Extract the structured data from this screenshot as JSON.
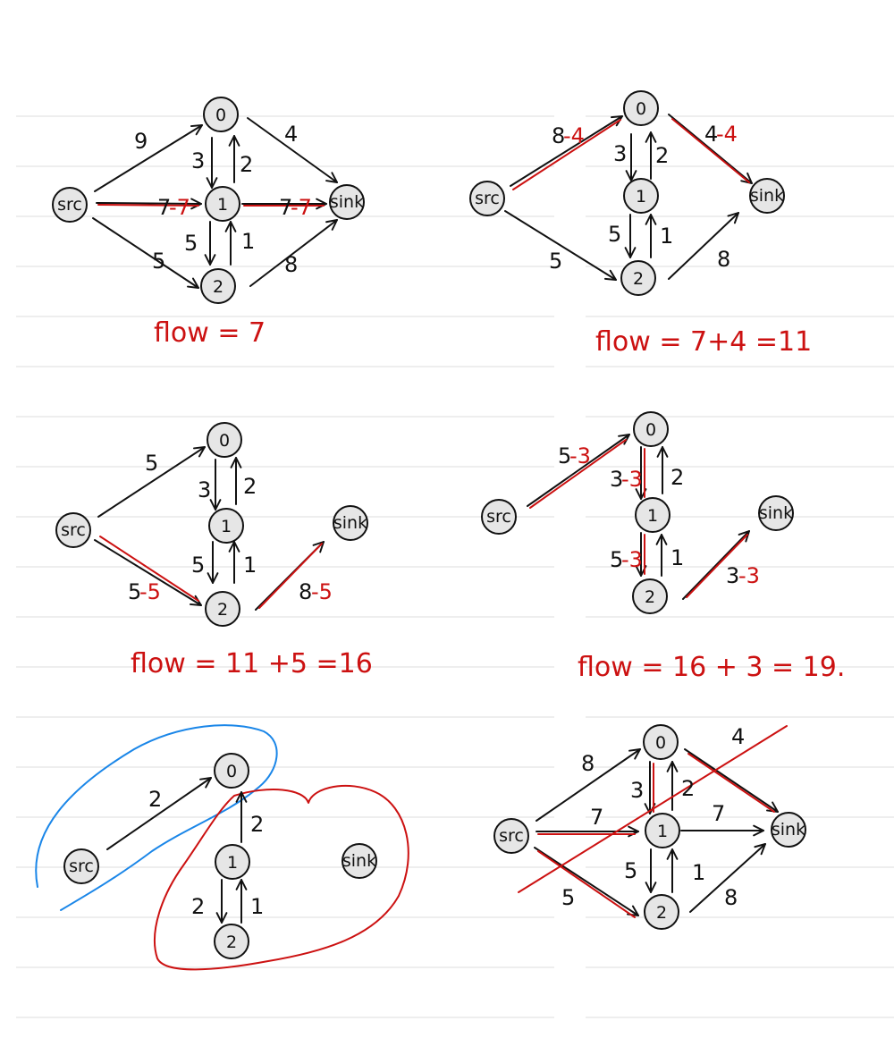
{
  "colors": {
    "ink": "#111111",
    "annotation": "#cc1111",
    "partition": "#1a86e8",
    "node_fill": "#e6e6e6",
    "ruled_line": "#dcdcdc"
  },
  "node_labels": {
    "src": "src",
    "n0": "0",
    "n1": "1",
    "n2": "2",
    "sink": "sink"
  },
  "panels": {
    "p1": {
      "w_src_0": "9",
      "w_0_sink": "4",
      "w_0_1": "3",
      "w_1_0": "2",
      "w_src_1_a": "7",
      "w_src_1_b": "-7",
      "w_1_sink_a": "7",
      "w_1_sink_b": "-7",
      "w_src_2": "5",
      "w_1_2": "5",
      "w_2_1": "1",
      "w_2_sink": "8",
      "flow": "flow = 7"
    },
    "p2": {
      "w_src_0_a": "8",
      "w_src_0_b": "-4",
      "w_0_sink_a": "4",
      "w_0_sink_b": "-4",
      "w_0_1": "3",
      "w_1_0": "2",
      "w_src_2": "5",
      "w_1_2": "5",
      "w_2_1": "1",
      "w_2_sink": "8",
      "flow": "flow = 7+4 =11"
    },
    "p3": {
      "w_src_0": "5",
      "w_0_1": "3",
      "w_1_0": "2",
      "w_src_2_a": "5",
      "w_src_2_b": "-5",
      "w_1_2": "5",
      "w_2_1": "1",
      "w_2_sink_a": "8",
      "w_2_sink_b": "-5",
      "flow": "flow = 11 +5 =16"
    },
    "p4": {
      "w_src_0_a": "5",
      "w_src_0_b": "-3",
      "w_0_1_a": "3",
      "w_0_1_b": "-3",
      "w_1_0": "2",
      "w_1_2_a": "5",
      "w_1_2_b": "-3",
      "w_2_1": "1",
      "w_2_sink_a": "3",
      "w_2_sink_b": "-3",
      "flow": "flow = 16 + 3 = 19."
    },
    "p5": {
      "w_src_0": "2",
      "w_1_0": "2",
      "w_1_2": "2",
      "w_2_1": "1"
    },
    "p6": {
      "w_src_0": "8",
      "w_0_sink": "4",
      "w_0_1": "3",
      "w_1_0": "2",
      "w_src_1": "7",
      "w_1_sink": "7",
      "w_src_2": "5",
      "w_1_2": "5",
      "w_2_1": "1",
      "w_2_sink": "8"
    }
  }
}
